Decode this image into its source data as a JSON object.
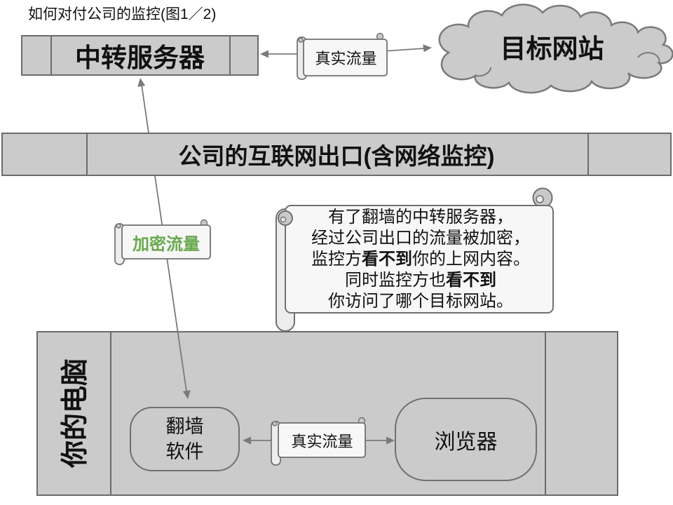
{
  "title": "如何对付公司的监控(图1／2)",
  "colors": {
    "box_fill": "#cbcbcb",
    "box_border": "#6b6b6b",
    "scroll_fill": "#f7f7f7",
    "line_gray": "#7a7a7a",
    "accent_green": "#6aa84f"
  },
  "nodes": {
    "relay_server": {
      "label": "中转服务器"
    },
    "target_site": {
      "label": "目标网站"
    },
    "company_gateway": {
      "label": "公司的互联网出口(含网络监控)"
    },
    "your_computer": {
      "label": "你的电脑"
    },
    "circumvention_software": {
      "line1": "翻墙",
      "line2": "软件"
    },
    "browser": {
      "label": "浏览器"
    }
  },
  "edges": {
    "real_traffic_top": {
      "label": "真实流量"
    },
    "encrypted_traffic": {
      "label": "加密流量"
    },
    "real_traffic_bottom": {
      "label": "真实流量"
    }
  },
  "note": {
    "lines": [
      {
        "parts": [
          {
            "text": "有了翻墙的中转服务器，"
          }
        ]
      },
      {
        "parts": [
          {
            "text": "经过公司出口的流量被加密，"
          }
        ]
      },
      {
        "parts": [
          {
            "text": "监控方"
          },
          {
            "text": "看不到",
            "bold": true
          },
          {
            "text": "你的上网内容。"
          }
        ]
      },
      {
        "parts": [
          {
            "text": "同时监控方也"
          },
          {
            "text": "看不到",
            "bold": true
          }
        ]
      },
      {
        "parts": [
          {
            "text": "你访问了哪个目标网站。"
          }
        ]
      }
    ]
  }
}
